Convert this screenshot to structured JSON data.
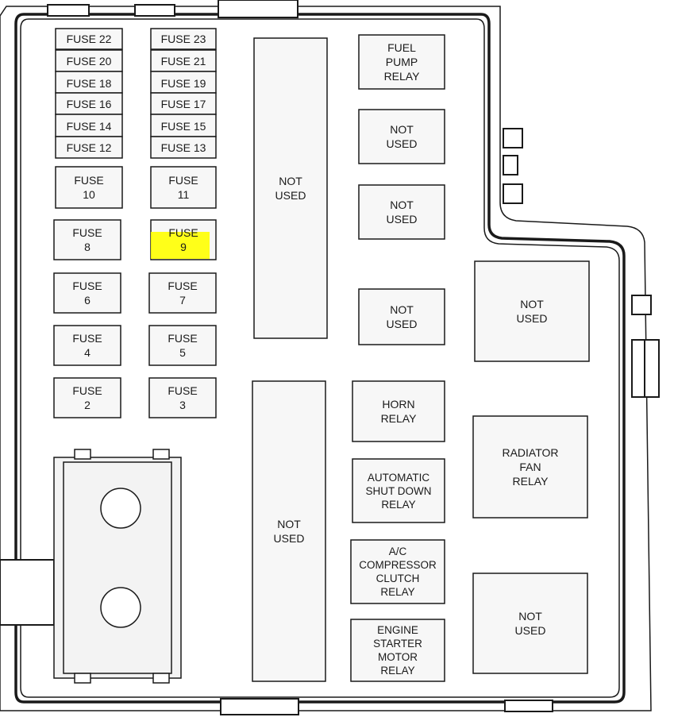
{
  "colors": {
    "line": "#1a1a1a",
    "fill": "#f7f7f7",
    "background": "#ffffff",
    "highlight": "#ffff00"
  },
  "fuse_stack_left": [
    "FUSE 22",
    "FUSE 20",
    "FUSE 18",
    "FUSE 16",
    "FUSE 14",
    "FUSE 12"
  ],
  "fuse_stack_right": [
    "FUSE 23",
    "FUSE 21",
    "FUSE 19",
    "FUSE 17",
    "FUSE 15",
    "FUSE 13"
  ],
  "fuses": {
    "f10": "FUSE\n10",
    "f11": "FUSE\n11",
    "f8": "FUSE\n8",
    "f9": "FUSE\n9",
    "f6": "FUSE\n6",
    "f7": "FUSE\n7",
    "f4": "FUSE\n4",
    "f5": "FUSE\n5",
    "f2": "FUSE\n2",
    "f3": "FUSE\n3"
  },
  "highlighted_fuse": "FUSE 9",
  "not_used": "NOT\nUSED",
  "relays": {
    "fuel_pump": "FUEL\nPUMP\nRELAY",
    "horn": "HORN\nRELAY",
    "asd": "AUTOMATIC\nSHUT DOWN\nRELAY",
    "ac_clutch": "A/C\nCOMPRESSOR\nCLUTCH\nRELAY",
    "starter": "ENGINE\nSTARTER\nMOTOR\nRELAY",
    "radiator_fan": "RADIATOR\nFAN\nRELAY"
  }
}
